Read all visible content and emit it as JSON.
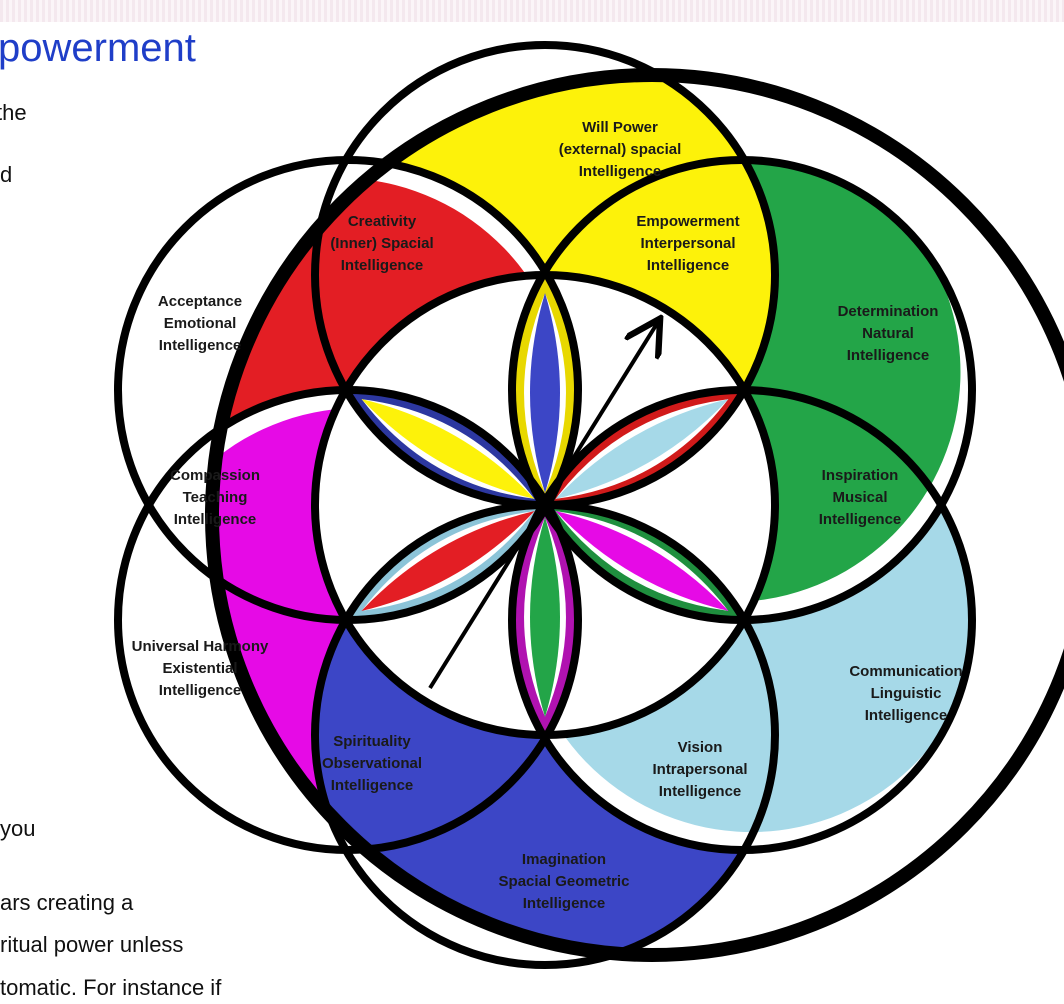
{
  "slide": {
    "title": "powerment",
    "fragments": [
      "the",
      "d",
      "you",
      "ars creating a",
      "ritual power unless",
      "tomatic. For instance if"
    ]
  },
  "petals": [
    {
      "lines": [
        "Will Power",
        "(external) spacial",
        "Intelligence"
      ],
      "color": "#fdf20a"
    },
    {
      "lines": [
        "Creativity",
        "(Inner) Spacial",
        "Intelligence"
      ],
      "color": "#fbbd14"
    },
    {
      "lines": [
        "Empowerment",
        "Interpersonal",
        "Intelligence"
      ],
      "color": "#b6dc22"
    },
    {
      "lines": [
        "Acceptance",
        "Emotional",
        "Intelligence"
      ],
      "color": "#e31e24"
    },
    {
      "lines": [
        "Determination",
        "Natural",
        "Intelligence"
      ],
      "color": "#23a548"
    },
    {
      "lines": [
        "Compassion",
        "Teaching",
        "Intelligence"
      ],
      "color": "#f78fae"
    },
    {
      "lines": [
        "Inspiration",
        "Musical",
        "Intelligence"
      ],
      "color": "#27cf9e"
    },
    {
      "lines": [
        "Universal Harmony",
        "Existential",
        "Intelligence"
      ],
      "color": "#e60ae6"
    },
    {
      "lines": [
        "Communication",
        "Linguistic",
        "Intelligence"
      ],
      "color": "#a6d9e8"
    },
    {
      "lines": [
        "Spirituality",
        "Observational",
        "Intelligence"
      ],
      "color": "#9b449c"
    },
    {
      "lines": [
        "Vision",
        "Intrapersonal",
        "Intelligence"
      ],
      "color": "#0a9ee2"
    },
    {
      "lines": [
        "Imagination",
        "Spacial Geometric",
        "Intelligence"
      ],
      "color": "#3c46c6"
    }
  ],
  "inner_petal_colors": [
    "#3c46c6",
    "#a6d9e8",
    "#e60ae6",
    "#23a548",
    "#e31e24",
    "#fdf20a"
  ],
  "inner_petal_outline_colors": [
    "#e8d800",
    "#d11a1a",
    "#1f8f3e",
    "#b012b0",
    "#8cc4d8",
    "#2c37a0"
  ]
}
